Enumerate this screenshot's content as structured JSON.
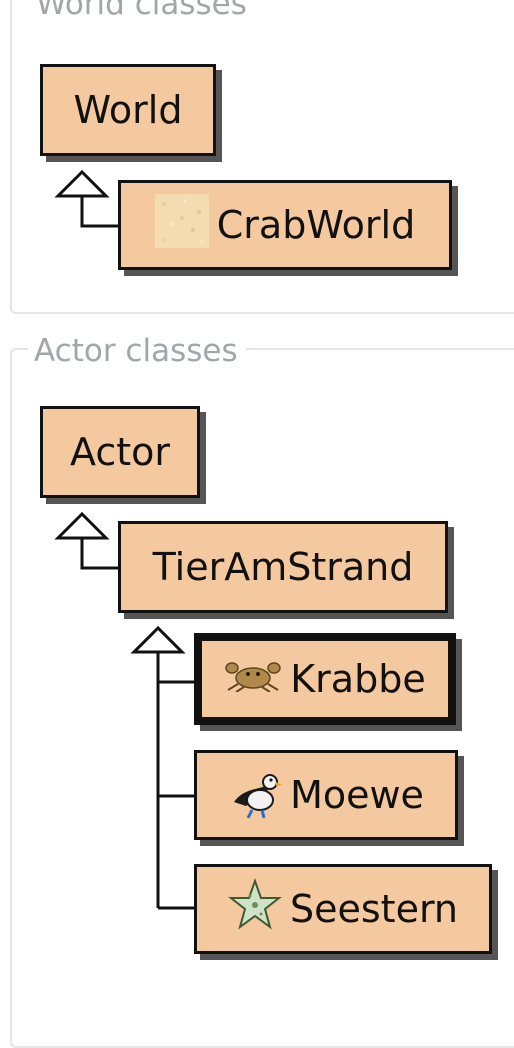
{
  "world_panel": {
    "title": "World classes",
    "classes": {
      "world": {
        "label": "World"
      },
      "crabworld": {
        "label": "CrabWorld",
        "icon": "sand-texture-icon"
      }
    }
  },
  "actor_panel": {
    "title": "Actor classes",
    "classes": {
      "actor": {
        "label": "Actor"
      },
      "tieramstrand": {
        "label": "TierAmStrand"
      },
      "krabbe": {
        "label": "Krabbe",
        "icon": "crab-icon",
        "selected": true
      },
      "moewe": {
        "label": "Moewe",
        "icon": "seagull-icon"
      },
      "seestern": {
        "label": "Seestern",
        "icon": "starfish-icon"
      }
    }
  },
  "colors": {
    "class_fill": "#f5c9a0",
    "class_border": "#111111",
    "class_shadow": "#555555",
    "panel_border": "#e2e6ea",
    "panel_title": "#a2a6aa"
  }
}
